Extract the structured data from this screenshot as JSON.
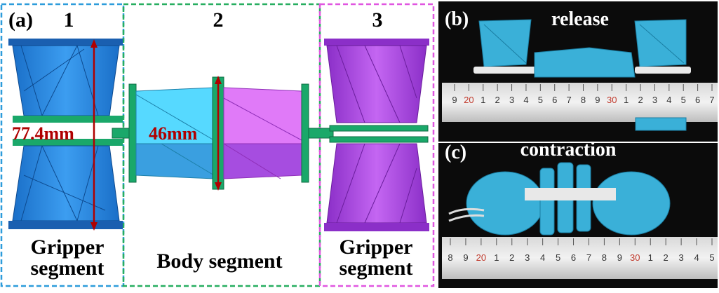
{
  "panel_a": {
    "label": "(a)",
    "segment_numbers": [
      "1",
      "2",
      "3"
    ],
    "left_caption_line1": "Gripper",
    "left_caption_line2": "segment",
    "middle_caption": "Body segment",
    "right_caption_line1": "Gripper",
    "right_caption_line2": "segment",
    "measure_gripper": "77.4mm",
    "measure_body": "46mm"
  },
  "panel_b": {
    "label": "(b)",
    "title": "release",
    "ruler_ticks": [
      "9",
      "20",
      "1",
      "2",
      "3",
      "4",
      "5",
      "6",
      "7",
      "8",
      "9",
      "30",
      "1",
      "2",
      "3",
      "4",
      "5",
      "6",
      "7"
    ]
  },
  "panel_c": {
    "label": "(c)",
    "title": "contraction",
    "ruler_ticks": [
      "8",
      "9",
      "20",
      "1",
      "2",
      "3",
      "4",
      "5",
      "6",
      "7",
      "8",
      "9",
      "30",
      "1",
      "2",
      "3",
      "4",
      "5"
    ]
  },
  "colors": {
    "gripper_blue": "#2f8fe6",
    "gripper_magenta": "#b04de6",
    "body_cyan": "#56d9ff",
    "connector_green": "#1aa86a",
    "box1_border": "#2d9cdb",
    "box2_border": "#27ae60",
    "box3_border": "#e056e0",
    "measure_red": "#b00000",
    "silicone_blue": "#3ab0d8"
  }
}
